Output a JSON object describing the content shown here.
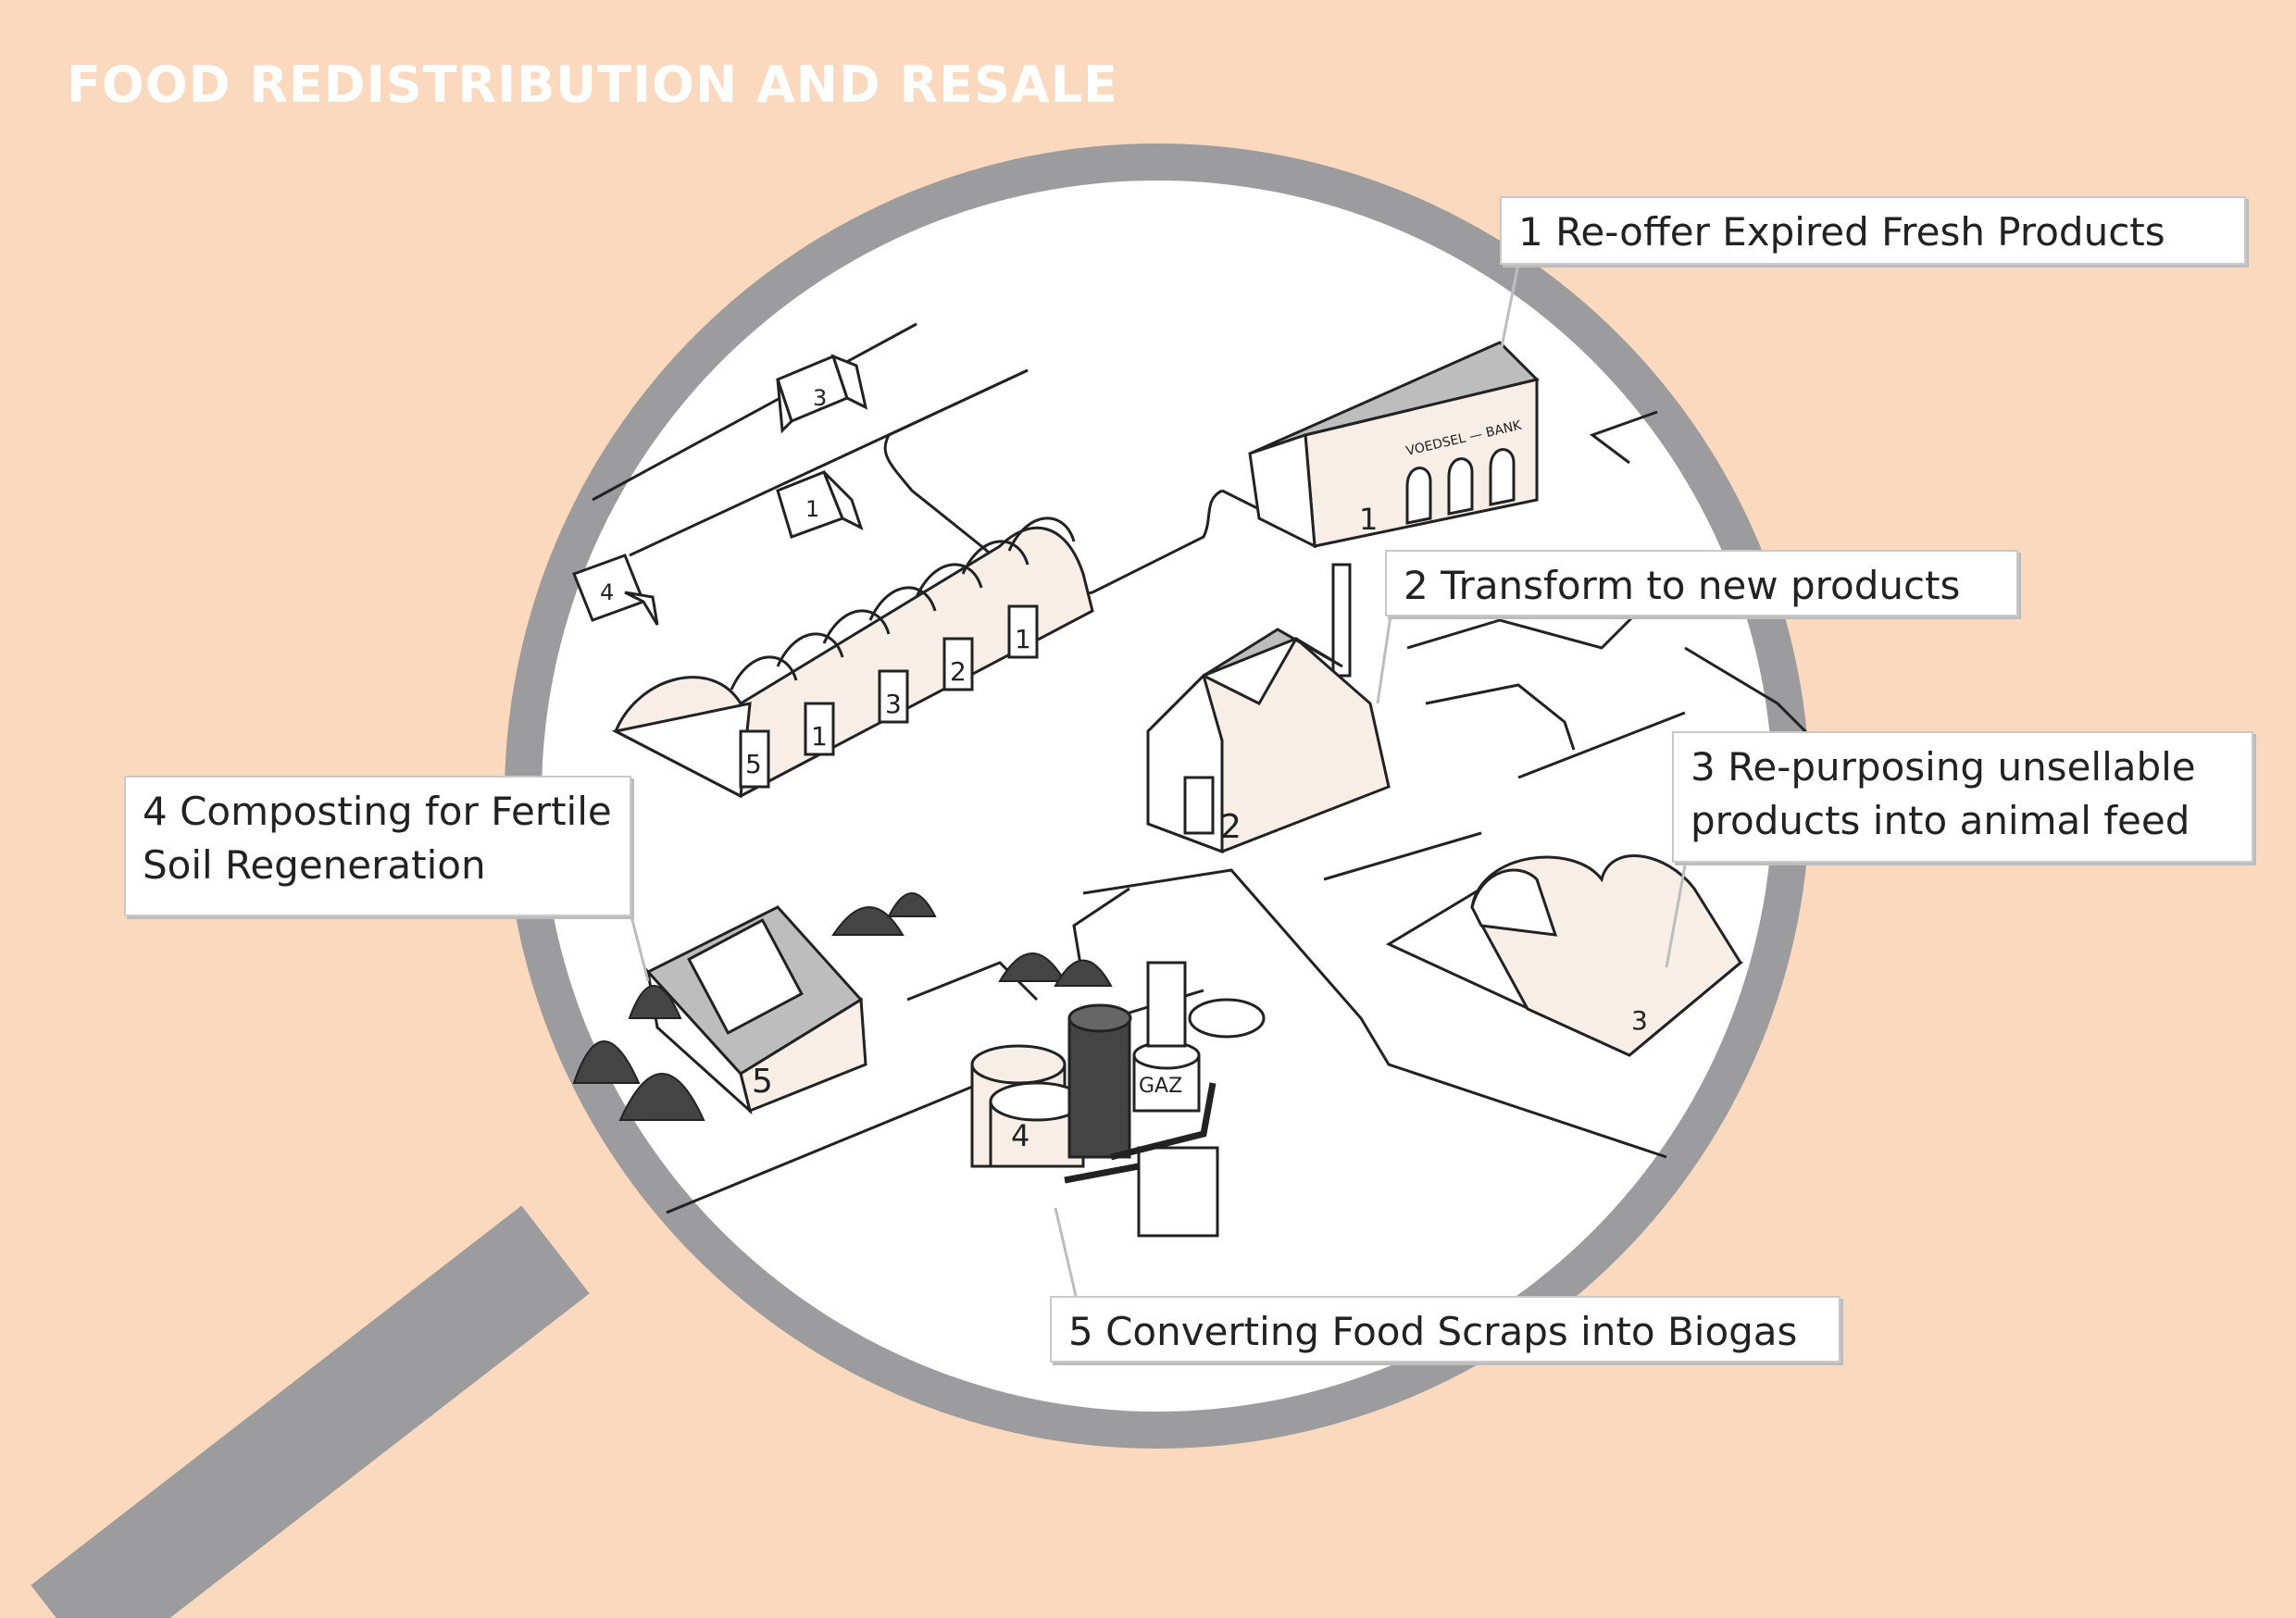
{
  "title": "FOOD REDISTRIBUTION AND RESALE",
  "callouts": {
    "c1": "1 Re-offer Expired Fresh Products",
    "c2": "2 Transform to new products",
    "c3": [
      "3 Re-purposing unsellable",
      "products into animal feed"
    ],
    "c4": [
      "4 Composting for Fertile",
      "Soil Regeneration"
    ],
    "c5": "5 Converting Food Scraps into Biogas"
  },
  "marks": {
    "foodbank_sign": "VOEDSEL — BANK",
    "gas_tank": "GAZ",
    "numbers": [
      "1",
      "2",
      "3",
      "4",
      "5"
    ]
  },
  "colors": {
    "background": "#FAD9BF",
    "lens_ring": "#9C9C9E",
    "lens_face": "#FFFFFF",
    "ink": "#222222",
    "building_fill": "#F6EEE7",
    "callout_border": "#C9C9C9"
  },
  "icons": [
    "magnifying-glass-icon",
    "truck-icon",
    "food-bank-building-icon",
    "factory-icon",
    "barn-icon",
    "compost-shed-icon",
    "biogas-tank-icon",
    "compost-pile-icon"
  ]
}
